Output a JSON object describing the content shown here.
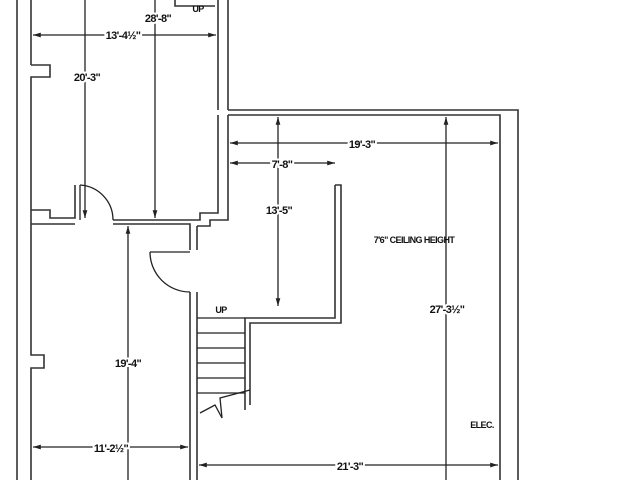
{
  "labels": {
    "up_top": "UP",
    "up_stair": "UP",
    "ceiling": "7'6\" CEILING HEIGHT",
    "elec": "ELEC."
  },
  "dimensions": {
    "upper_height_total": "28'-8\"",
    "upper_width": "13'-4½\"",
    "upper_left_height": "20'-3\"",
    "main_width_top": "19'-3\"",
    "hall_width": "7'-8\"",
    "hall_depth": "13'-5\"",
    "main_height": "27'-3½\"",
    "lower_left_height": "19'-4\"",
    "lower_left_width": "11'-2½\"",
    "main_width_bottom": "21'-3\""
  }
}
